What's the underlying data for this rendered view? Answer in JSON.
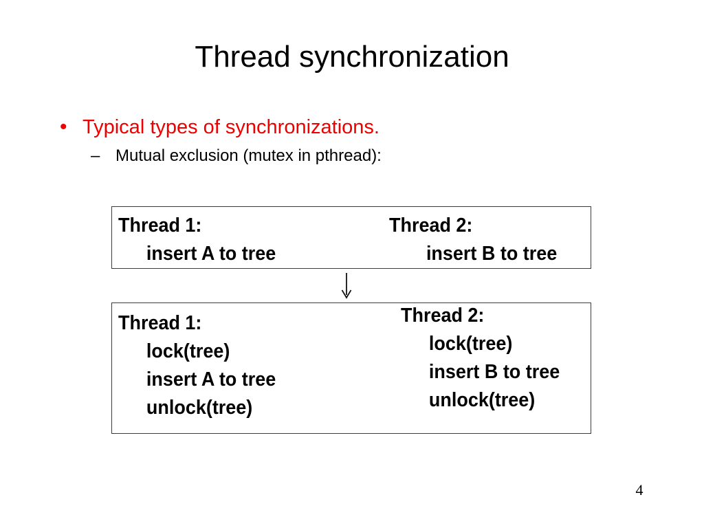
{
  "slide": {
    "title": "Thread synchronization",
    "page_number": "4",
    "accent_color": "#ee0000",
    "text_color": "#000000",
    "background_color": "#ffffff",
    "box_border_color": "#3a3a3a"
  },
  "bullets": {
    "level1": {
      "marker": "bullet-dot",
      "marker_glyph": "•",
      "text": "Typical types of synchronizations.",
      "color": "#ee0000"
    },
    "level2": {
      "marker": "en-dash",
      "marker_glyph": "–",
      "text": "Mutual exclusion (mutex in pthread):",
      "color": "#000000"
    }
  },
  "arrow": {
    "icon": "arrow-down-icon",
    "glyph": "↓"
  },
  "boxes": [
    {
      "id": "before",
      "columns": [
        {
          "header": "Thread 1:",
          "lines": [
            "insert A to tree"
          ]
        },
        {
          "header": "Thread 2:",
          "lines": [
            "insert B to tree"
          ]
        }
      ]
    },
    {
      "id": "after",
      "columns": [
        {
          "header": "Thread 1:",
          "lines": [
            "lock(tree)",
            "insert A to tree",
            "unlock(tree)"
          ]
        },
        {
          "header": "Thread 2:",
          "lines": [
            "lock(tree)",
            "insert B to tree",
            "unlock(tree)"
          ]
        }
      ]
    }
  ]
}
